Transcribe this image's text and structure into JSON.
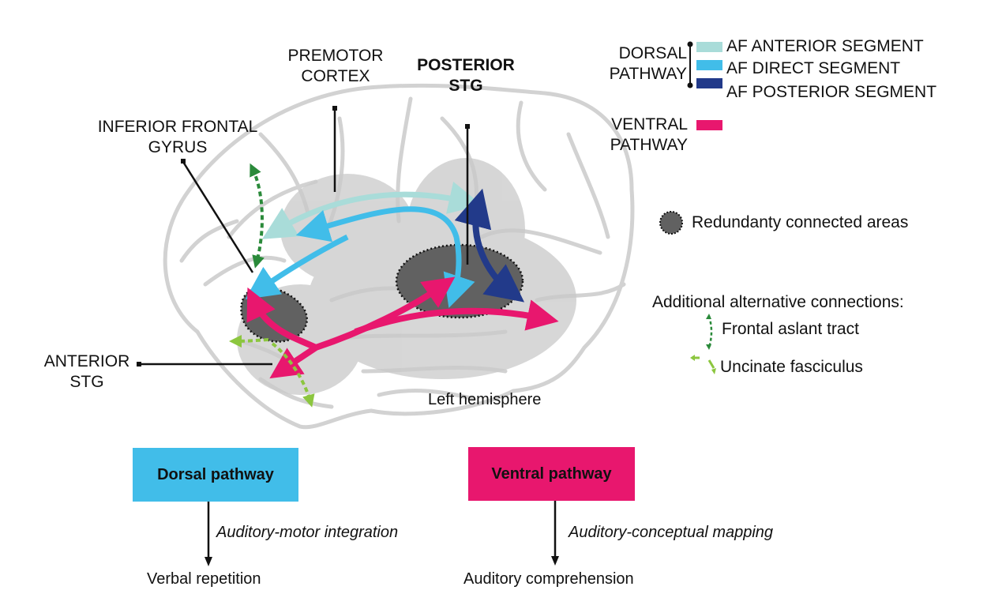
{
  "brain": {
    "hemisphere_label": "Left hemisphere",
    "regions": {
      "premotor": "PREMOTOR CORTEX",
      "premotor_line1": "PREMOTOR",
      "premotor_line2": "CORTEX",
      "posterior_stg_line1": "POSTERIOR",
      "posterior_stg_line2": "STG",
      "ifg_line1": "INFERIOR FRONTAL",
      "ifg_line2": "GYRUS",
      "anterior_stg_line1": "ANTERIOR",
      "anterior_stg_line2": "STG"
    }
  },
  "legend": {
    "dorsal_line1": "DORSAL",
    "dorsal_line2": "PATHWAY",
    "ventral_line1": "VENTRAL",
    "ventral_line2": "PATHWAY",
    "segments": [
      {
        "label": "AF ANTERIOR SEGMENT",
        "color": "#a9dcd9"
      },
      {
        "label": "AF DIRECT SEGMENT",
        "color": "#41bde9"
      },
      {
        "label": "AF POSTERIOR SEGMENT",
        "color": "#223a8a"
      }
    ],
    "ventral_color": "#e8176e",
    "redundant_label": "Redundanty connected areas",
    "alternative_title": "Additional alternative connections:",
    "frontal_aslant": "Frontal aslant tract",
    "uncinate": "Uncinate fasciculus",
    "frontal_aslant_color": "#2a8a3a",
    "uncinate_color": "#8cc63f"
  },
  "flow": {
    "dorsal": {
      "box_label": "Dorsal pathway",
      "box_color": "#41bde9",
      "process": "Auditory-motor integration",
      "outcome": "Verbal repetition"
    },
    "ventral": {
      "box_label": "Ventral pathway",
      "box_color": "#e8176e",
      "process": "Auditory-conceptual mapping",
      "outcome": "Auditory comprehension"
    }
  }
}
